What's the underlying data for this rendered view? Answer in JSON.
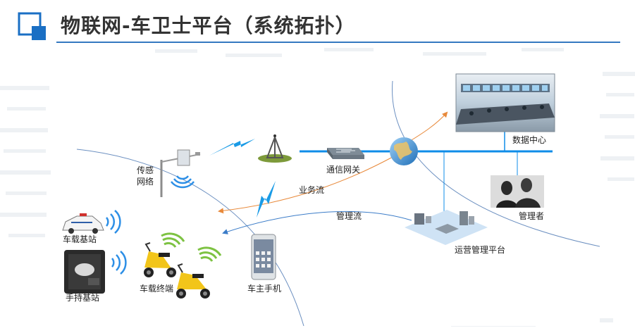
{
  "title": "物联网-车卫士平台（系统拓扑）",
  "colors": {
    "accent": "#1a6fc4",
    "rule": "#3479c0",
    "backbone": "#0f8ce8",
    "flow_business": "#e8893a",
    "flow_management": "#3b7cc8",
    "wifi_blue": "#2d8fe6",
    "wifi_green": "#7dc242",
    "scooter_yellow": "#f2c51a"
  },
  "icons": [
    "title-square-icon",
    "sensor-pole-icon",
    "lightning-icon",
    "antenna-tower-icon",
    "gateway-icon",
    "globe-icon",
    "datacenter-photo",
    "manager-photo",
    "server-platform-icon",
    "police-car-icon",
    "handheld-station-icon",
    "scooter-icon",
    "smartphone-icon",
    "wifi-icon"
  ],
  "nodes": {
    "sensor_network": [
      "传感",
      "网络"
    ],
    "gateway": "通信网关",
    "data_center": "数据中心",
    "manager": "管理者",
    "ops_platform": "运营管理平台",
    "vehicle_station": "车载基站",
    "handheld_station": "手持基站",
    "vehicle_terminal": "车载终端",
    "owner_phone": "车主手机"
  },
  "flows": {
    "business": "业务流",
    "management": "管理流"
  }
}
